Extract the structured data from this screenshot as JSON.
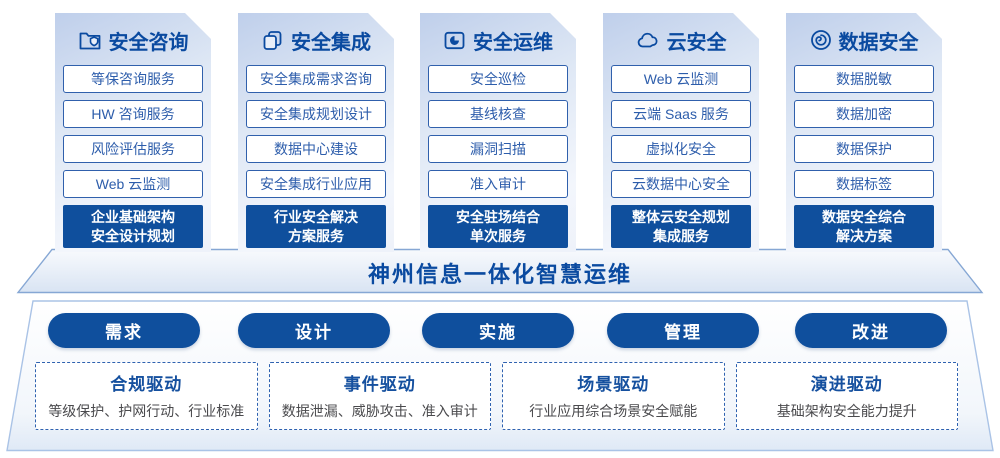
{
  "palette": {
    "primary_blue": "#0f4f9d",
    "heading_blue": "#0a4aa0",
    "item_border_blue": "#3060ac",
    "item_text_blue": "#2d5dab",
    "dashed_border_blue": "#2f62b0",
    "column_top_blue": "#bfcfeb",
    "driver_desc_gray": "#4a4a4d"
  },
  "columns": [
    {
      "title": "安全咨询",
      "icon": "folder-shield-icon",
      "items": [
        "等保咨询服务",
        "HW 咨询服务",
        "风险评估服务",
        "Web 云监测"
      ],
      "highlight": "企业基础架构\n安全设计规划"
    },
    {
      "title": "安全集成",
      "icon": "copy-documents-icon",
      "items": [
        "安全集成需求咨询",
        "安全集成规划设计",
        "数据中心建设",
        "安全集成行业应用"
      ],
      "highlight": "行业安全解决\n方案服务"
    },
    {
      "title": "安全运维",
      "icon": "pie-folder-icon",
      "items": [
        "安全巡检",
        "基线核查",
        "漏洞扫描",
        "准入审计"
      ],
      "highlight": "安全驻场结合\n单次服务"
    },
    {
      "title": "云安全",
      "icon": "cloud-icon",
      "items": [
        "Web 云监测",
        "云端 Saas 服务",
        "虚拟化安全",
        "云数据中心安全"
      ],
      "highlight": "整体云安全规划\n集成服务"
    },
    {
      "title": "数据安全",
      "icon": "fingerprint-icon",
      "items": [
        "数据脱敏",
        "数据加密",
        "数据保护",
        "数据标签"
      ],
      "highlight": "数据安全综合\n解决方案"
    }
  ],
  "banner": {
    "title": "神州信息一体化智慧运维"
  },
  "process": {
    "pills": [
      "需求",
      "设计",
      "实施",
      "管理",
      "改进"
    ]
  },
  "drivers": [
    {
      "title": "合规驱动",
      "desc": "等级保护、护网行动、行业标准"
    },
    {
      "title": "事件驱动",
      "desc": "数据泄漏、威胁攻击、准入审计"
    },
    {
      "title": "场景驱动",
      "desc": "行业应用综合场景安全赋能"
    },
    {
      "title": "演进驱动",
      "desc": "基础架构安全能力提升"
    }
  ]
}
